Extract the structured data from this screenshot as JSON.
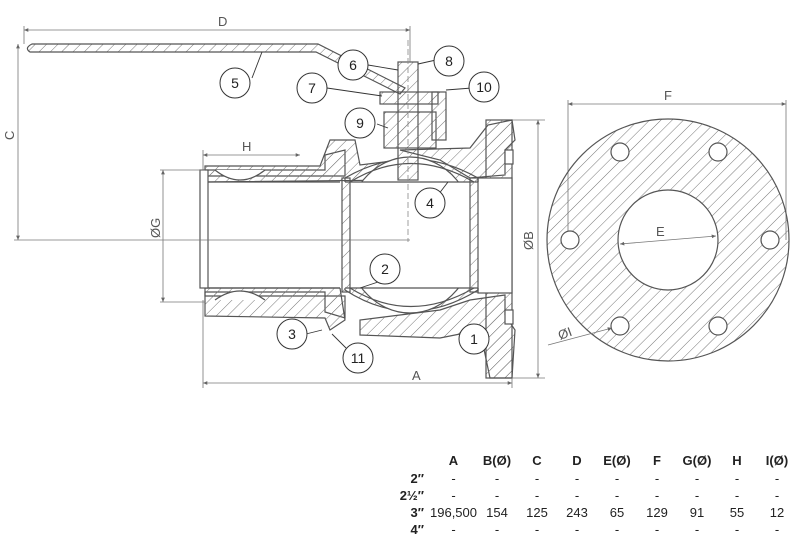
{
  "dimension_labels": {
    "D": "D",
    "C": "C",
    "H": "H",
    "G": "ØG",
    "A": "A",
    "B": "ØB",
    "F": "F",
    "E": "E",
    "I": "ØI"
  },
  "callouts": [
    "1",
    "2",
    "3",
    "4",
    "5",
    "6",
    "7",
    "8",
    "9",
    "10",
    "11"
  ],
  "table": {
    "columns": [
      "A",
      "B(Ø)",
      "C",
      "D",
      "E(Ø)",
      "F",
      "G(Ø)",
      "H",
      "I(Ø)"
    ],
    "rows": [
      {
        "size": "2″",
        "values": [
          "-",
          "-",
          "-",
          "-",
          "-",
          "-",
          "-",
          "-",
          "-"
        ]
      },
      {
        "size": "2½″",
        "values": [
          "-",
          "-",
          "-",
          "-",
          "-",
          "-",
          "-",
          "-",
          "-"
        ]
      },
      {
        "size": "3″",
        "values": [
          "196,500",
          "154",
          "125",
          "243",
          "65",
          "129",
          "91",
          "55",
          "12"
        ]
      },
      {
        "size": "4″",
        "values": [
          "-",
          "-",
          "-",
          "-",
          "-",
          "-",
          "-",
          "-",
          "-"
        ]
      }
    ]
  }
}
